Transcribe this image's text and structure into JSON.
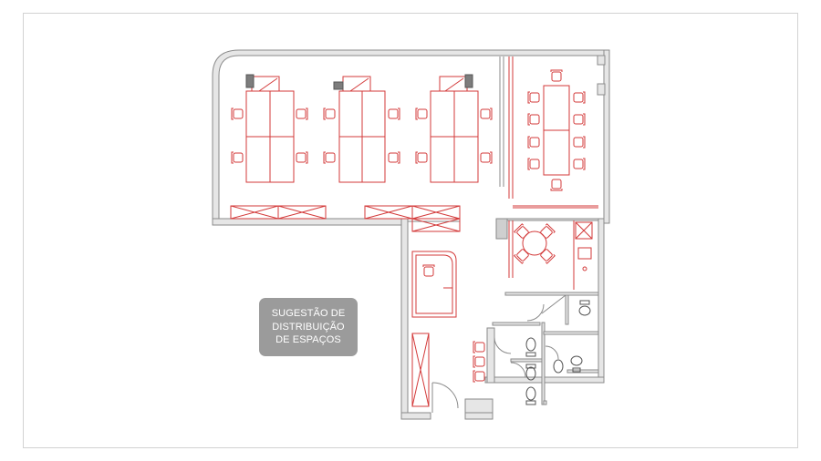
{
  "label": {
    "lines": [
      "SUGESTÃO DE",
      "DISTRIBUIÇÃO",
      "DE ESPAÇOS"
    ]
  },
  "colors": {
    "background": "#ffffff",
    "frame_border": "#d2d2d2",
    "wall": "#8a8a8a",
    "wall_fill": "#e6e6e6",
    "furniture": "#d33a3a",
    "fixtures": "#555555",
    "label_bg": "#9b9b9b",
    "label_text": "#ffffff"
  }
}
